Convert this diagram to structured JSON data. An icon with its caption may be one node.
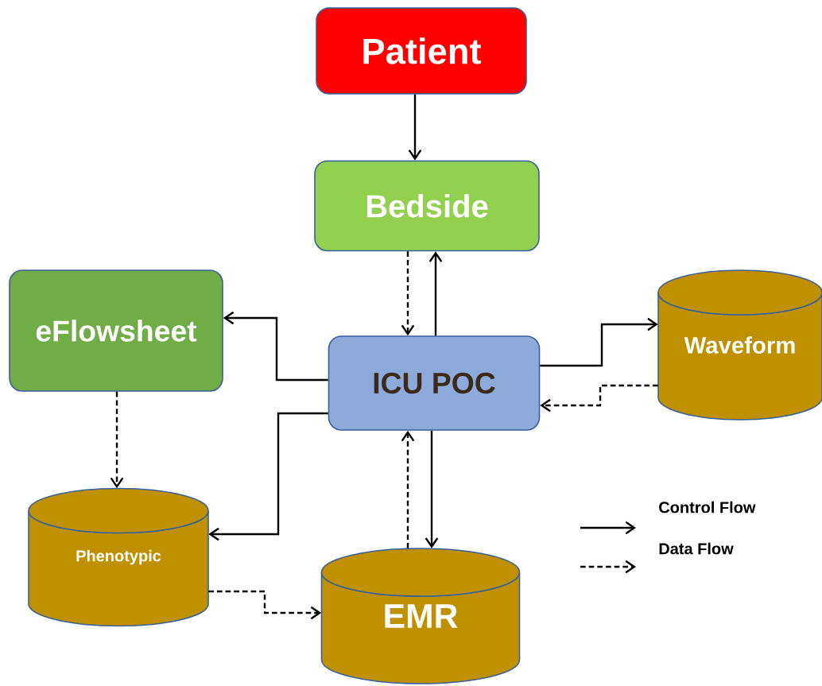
{
  "diagram": {
    "nodes": [
      {
        "text": [
          "Patient"
        ]
      },
      {
        "text": [
          "Bedside"
        ]
      },
      {
        "text": [
          "eFlowsheet"
        ]
      },
      {
        "text": [
          "ICU POC"
        ]
      },
      {
        "text": [
          "Waveform"
        ]
      },
      {
        "text": [
          "Phenotypic"
        ]
      },
      {
        "text": [
          "EMR"
        ]
      }
    ],
    "edges": [
      {
        "from": 0,
        "to": 1,
        "arrow": "to"
      },
      {
        "from": 1,
        "to": 3,
        "arrow": "to",
        "style": "dashed"
      },
      {
        "from": 3,
        "to": 1,
        "arrow": "to"
      },
      {
        "from": 3,
        "to": 2,
        "arrow": "to"
      },
      {
        "from": 3,
        "to": 4,
        "arrow": "to"
      },
      {
        "from": 4,
        "to": 3,
        "arrow": "to",
        "style": "dashed"
      },
      {
        "from": 3,
        "to": 5,
        "arrow": "to"
      },
      {
        "from": 2,
        "to": 5,
        "arrow": "to",
        "style": "dashed"
      },
      {
        "from": 6,
        "to": 3,
        "arrow": "to",
        "style": "dashed"
      },
      {
        "from": 3,
        "to": 6,
        "arrow": "to"
      },
      {
        "from": 5,
        "to": 6,
        "arrow": "to",
        "style": "dashed"
      }
    ],
    "legend": [
      {
        "text": "Control Flow"
      },
      {
        "text": "Data Flow"
      }
    ]
  }
}
